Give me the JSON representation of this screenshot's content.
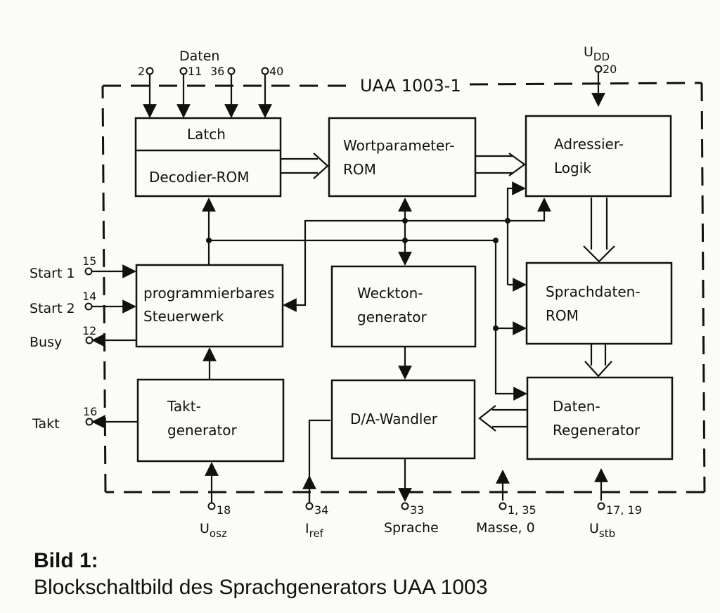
{
  "chip_title": "UAA 1003-1",
  "blocks": {
    "latch": "Latch",
    "decodier_rom": "Decodier-ROM",
    "wortparameter_rom": [
      "Wortparameter-",
      "ROM"
    ],
    "adressier_logik": [
      "Adressier-",
      "Logik"
    ],
    "steuerwerk": [
      "programmierbares",
      "Steuerwerk"
    ],
    "weckton": [
      "Weckton-",
      "generator"
    ],
    "sprachdaten_rom": [
      "Sprachdaten-",
      "ROM"
    ],
    "taktgenerator": [
      "Takt-",
      "generator"
    ],
    "da_wandler": "D/A-Wandler",
    "datenregenerator": [
      "Daten-",
      "Regenerator"
    ]
  },
  "top": {
    "daten_label": "Daten",
    "pins": [
      "2",
      "11",
      "36",
      "40"
    ],
    "udd_label": "U",
    "udd_sub": "DD",
    "udd_pin": "20"
  },
  "left": {
    "start1": {
      "label": "Start 1",
      "pin": "15"
    },
    "start2": {
      "label": "Start 2",
      "pin": "14"
    },
    "busy": {
      "label": "Busy",
      "pin": "12"
    },
    "takt": {
      "label": "Takt",
      "pin": "16"
    }
  },
  "bottom": {
    "uosz": {
      "pin": "18",
      "label": "U",
      "sub": "osz"
    },
    "iref": {
      "pin": "34",
      "label": "I",
      "sub": "ref"
    },
    "sprache": {
      "pin": "33",
      "label": "Sprache"
    },
    "masse": {
      "pin": "1, 35",
      "label": "Masse, 0"
    },
    "ustb": {
      "pin": "17, 19",
      "label": "U",
      "sub": "stb"
    }
  },
  "caption": {
    "title": "Bild 1:",
    "text": "Blockschaltbild des Sprachgenerators UAA 1003"
  }
}
